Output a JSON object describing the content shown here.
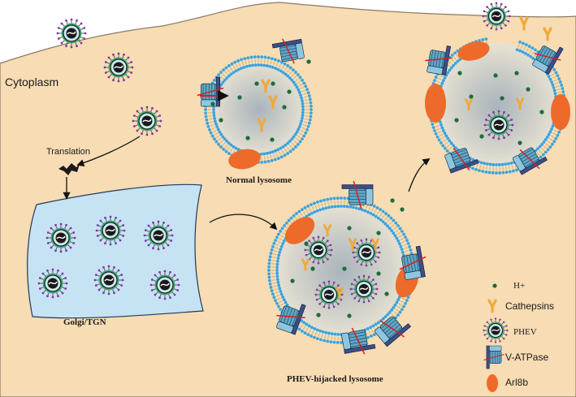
{
  "labels": {
    "cytoplasm": "Cytoplasm",
    "translation": "Translation",
    "golgi": "Golgi/TGN",
    "normal_lysosome": "Normal lysosome",
    "hijacked_lysosome": "PHEV-hijacked lysosome"
  },
  "legend": [
    {
      "key": "h-plus",
      "label": "H+"
    },
    {
      "key": "cathepsins",
      "label": "Cathepsins"
    },
    {
      "key": "phev",
      "label": "PHEV"
    },
    {
      "key": "v-atpase",
      "label": "V-ATPase"
    },
    {
      "key": "arl8b",
      "label": "Arl8b"
    }
  ],
  "colors": {
    "cytoplasm": "#f7dcb4",
    "membrane_head": "#3aa3dc",
    "lysosome_fill": "#c9cfd0",
    "golgi_fill": "#c6e3f4",
    "proton": "#1f6b3a",
    "cathepsin": "#f0a93a",
    "arl8b": "#ee6a2a",
    "atpase": "#5fa7c7",
    "virus_spike": "#7b3f98",
    "virus_core": "#1a1a1a"
  },
  "icons": [
    "phev-virus-icon",
    "v-atpase-icon",
    "arl8b-icon",
    "cathepsin-icon",
    "proton-icon",
    "arrow-icon"
  ]
}
